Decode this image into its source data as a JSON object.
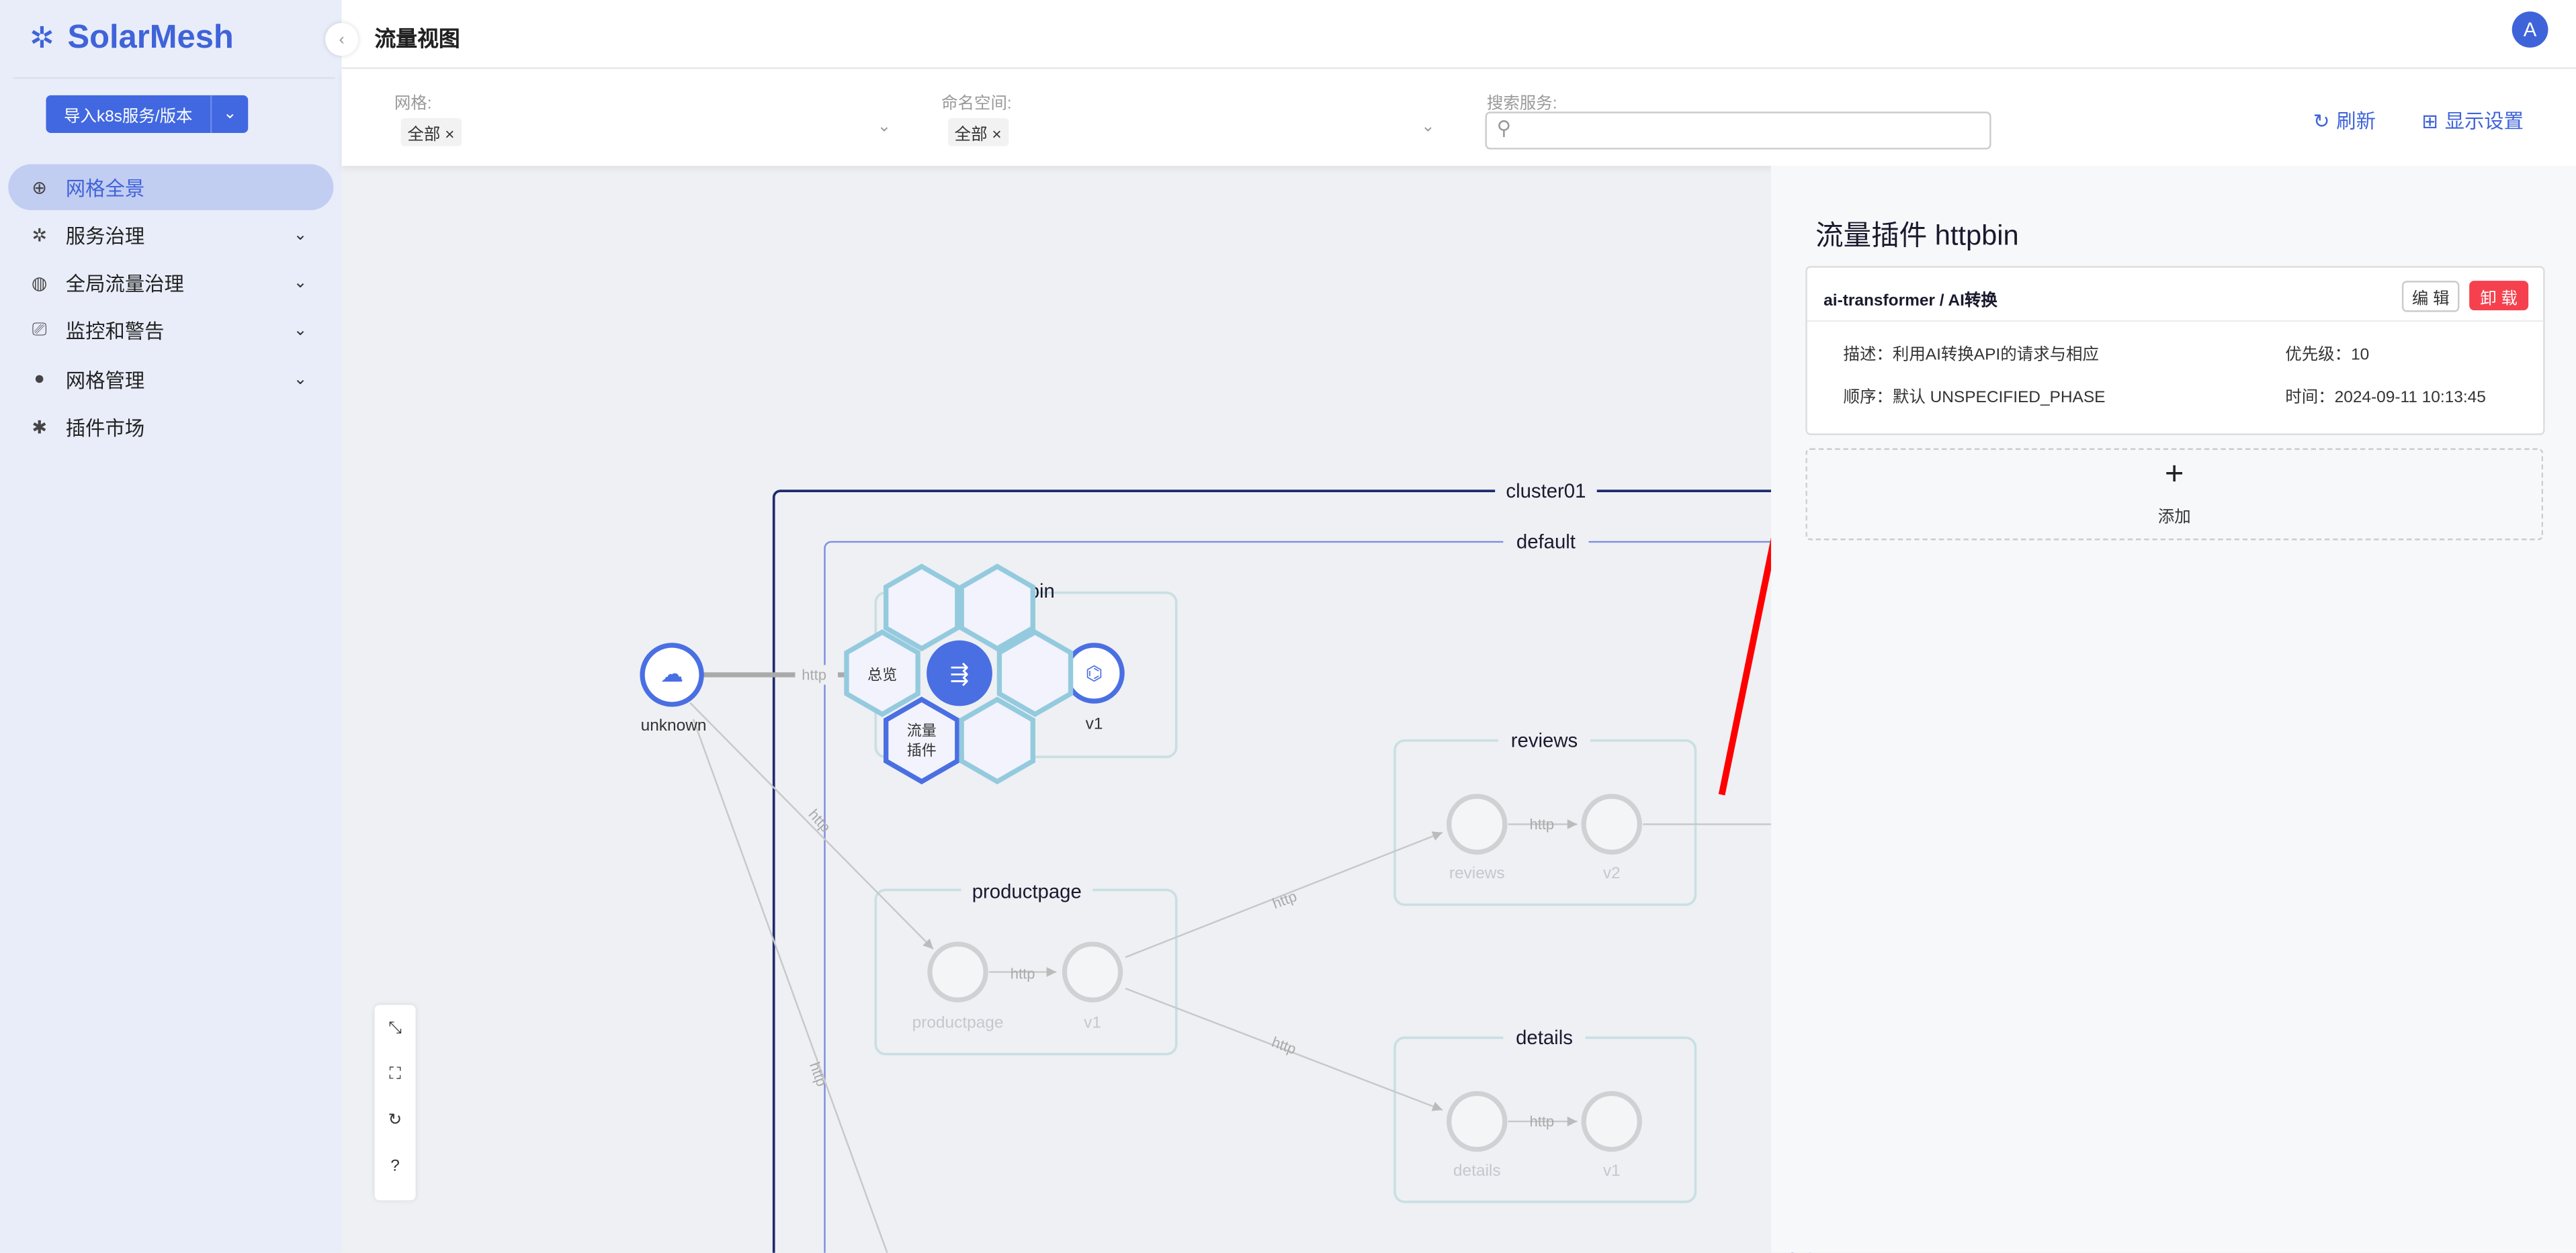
{
  "app": {
    "name": "SolarMesh",
    "avatar": "A",
    "collapse": "‹"
  },
  "sidebar": {
    "import_button": "导入k8s服务/版本",
    "import_dropdown": "⌄",
    "items": [
      {
        "label": "网格全景",
        "icon": "⊕",
        "chev": ""
      },
      {
        "label": "服务治理",
        "icon": "✲",
        "chev": "⌄"
      },
      {
        "label": "全局流量治理",
        "icon": "◍",
        "chev": "⌄"
      },
      {
        "label": "监控和警告",
        "icon": "⎚",
        "chev": "⌄"
      },
      {
        "label": "网格管理",
        "icon": "●",
        "chev": "⌄"
      },
      {
        "label": "插件市场",
        "icon": "✱",
        "chev": ""
      }
    ]
  },
  "header": {
    "title": "流量视图"
  },
  "filters": {
    "mesh_label": "网格:",
    "mesh_tag": "全部 ×",
    "ns_label": "命名空间:",
    "ns_tag": "全部 ×",
    "search_label": "搜索服务:",
    "search_placeholder": "",
    "refresh": "刷新",
    "display": "显示设置",
    "chev": "⌄"
  },
  "graph": {
    "cluster": "cluster01",
    "namespace": "default",
    "unknown": "unknown",
    "httpbin_group": "pin",
    "v1": "v1",
    "overview": "总览",
    "plugin1": "流量",
    "plugin2": "插件",
    "productpage": "productpage",
    "productpage_node": "productpage",
    "reviews": "reviews",
    "reviews_node": "reviews",
    "v2": "v2",
    "details": "details",
    "details_node": "details",
    "http": "http"
  },
  "zoom_controls": [
    "⤡",
    "⛶",
    "↻",
    "?"
  ],
  "panel": {
    "title": "流量插件 httpbin",
    "plugin_name": "ai-transformer / AI转换",
    "edit": "编 辑",
    "uninstall": "卸 载",
    "desc": "描述：利用AI转换API的请求与相应",
    "priority": "优先级：10",
    "order": "顺序：默认 UNSPECIFIED_PHASE",
    "time": "时间：2024-09-11 10:13:45",
    "add_icon": "+",
    "add": "添加"
  }
}
